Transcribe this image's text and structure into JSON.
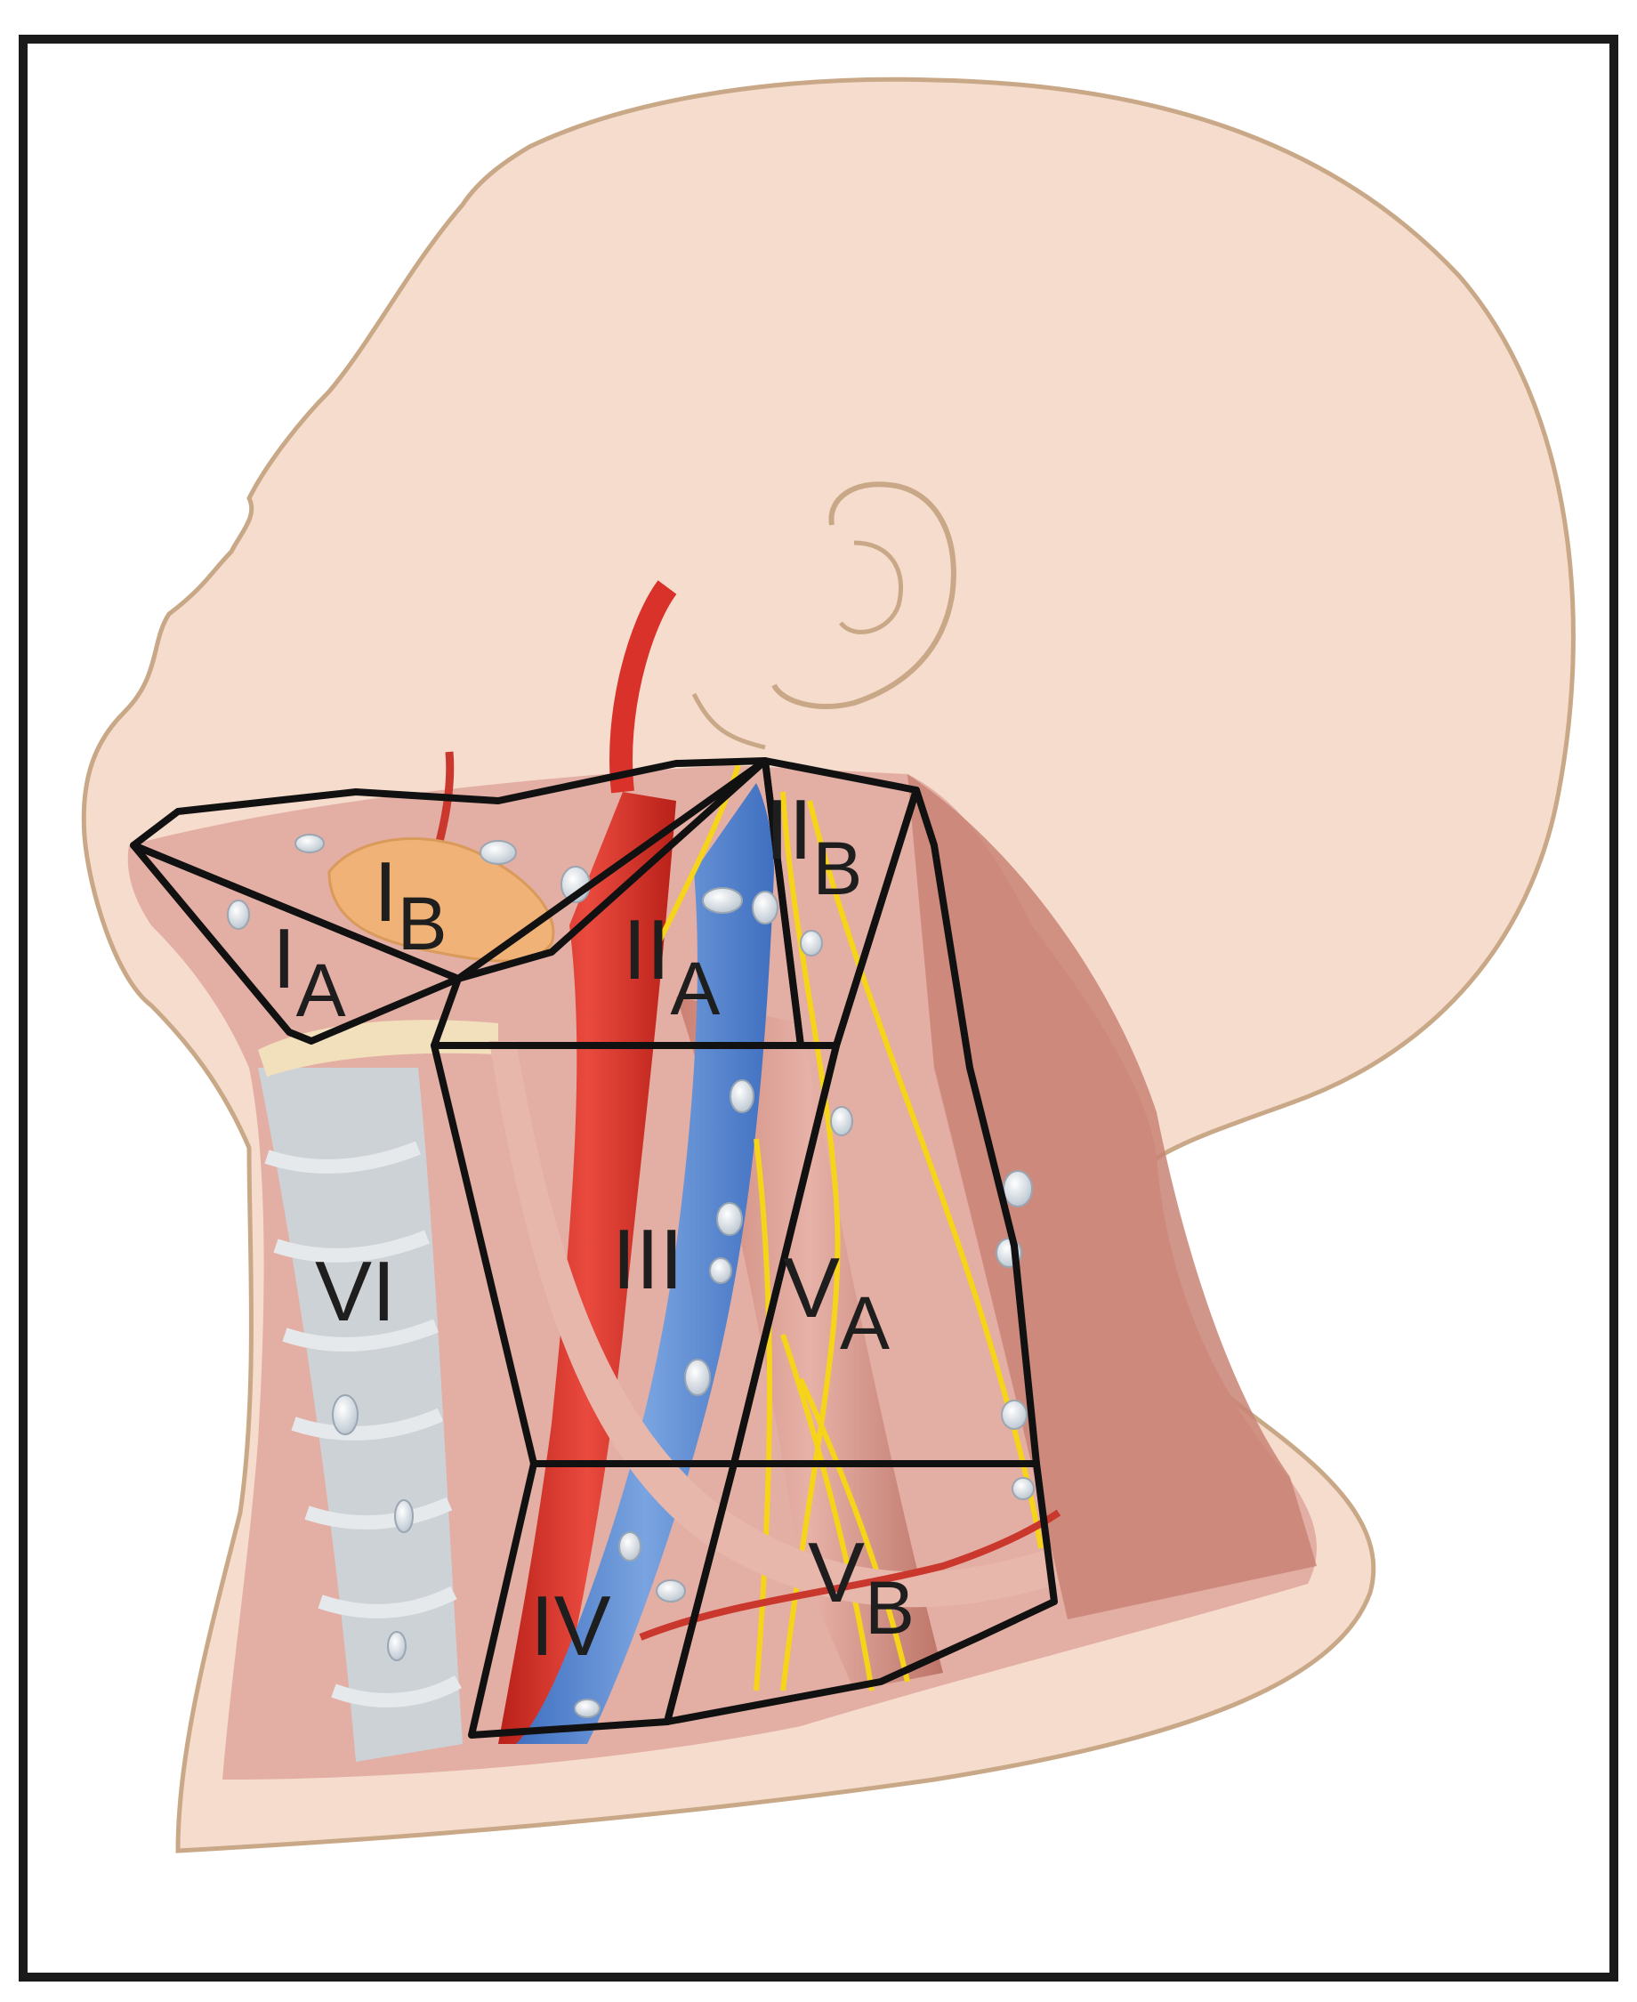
{
  "levels": {
    "ia": {
      "main": "I",
      "sub": "A"
    },
    "ib": {
      "main": "I",
      "sub": "B"
    },
    "iia": {
      "main": "II",
      "sub": "A"
    },
    "iib": {
      "main": "II",
      "sub": "B"
    },
    "iii": {
      "main": "III"
    },
    "iv": {
      "main": "IV"
    },
    "va": {
      "main": "V",
      "sub": "A"
    },
    "vb": {
      "main": "V",
      "sub": "B"
    },
    "vi": {
      "main": "VI"
    }
  },
  "colors": {
    "skin": "#f5dccd",
    "skin_outline": "#c9a888",
    "muscle": "#d99a8e",
    "muscle_light": "#e9c0bb",
    "carotid_artery": "#d8322a",
    "jugular_vein": "#5b88cc",
    "nerve": "#f5d419",
    "lymph_node": "#dfe6ee",
    "gland": "#f0b277",
    "trachea": "#c9ced2",
    "zone_outline": "#111111"
  }
}
